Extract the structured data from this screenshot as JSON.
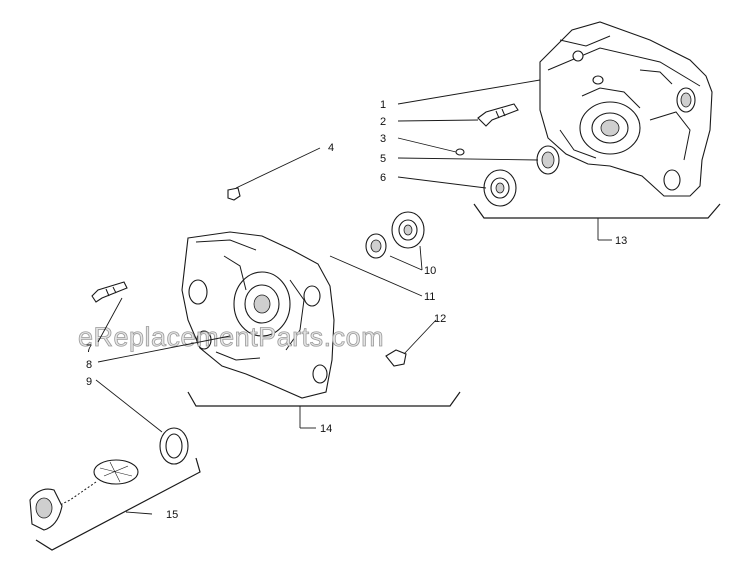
{
  "watermark": "eReplacementParts.com",
  "callouts": {
    "c1": "1",
    "c2": "2",
    "c3": "3",
    "c4": "4",
    "c5": "5",
    "c6": "6",
    "c7": "7",
    "c8": "8",
    "c9": "9",
    "c10": "10",
    "c11": "11",
    "c12": "12",
    "c13": "13",
    "c14": "14",
    "c15": "15"
  }
}
